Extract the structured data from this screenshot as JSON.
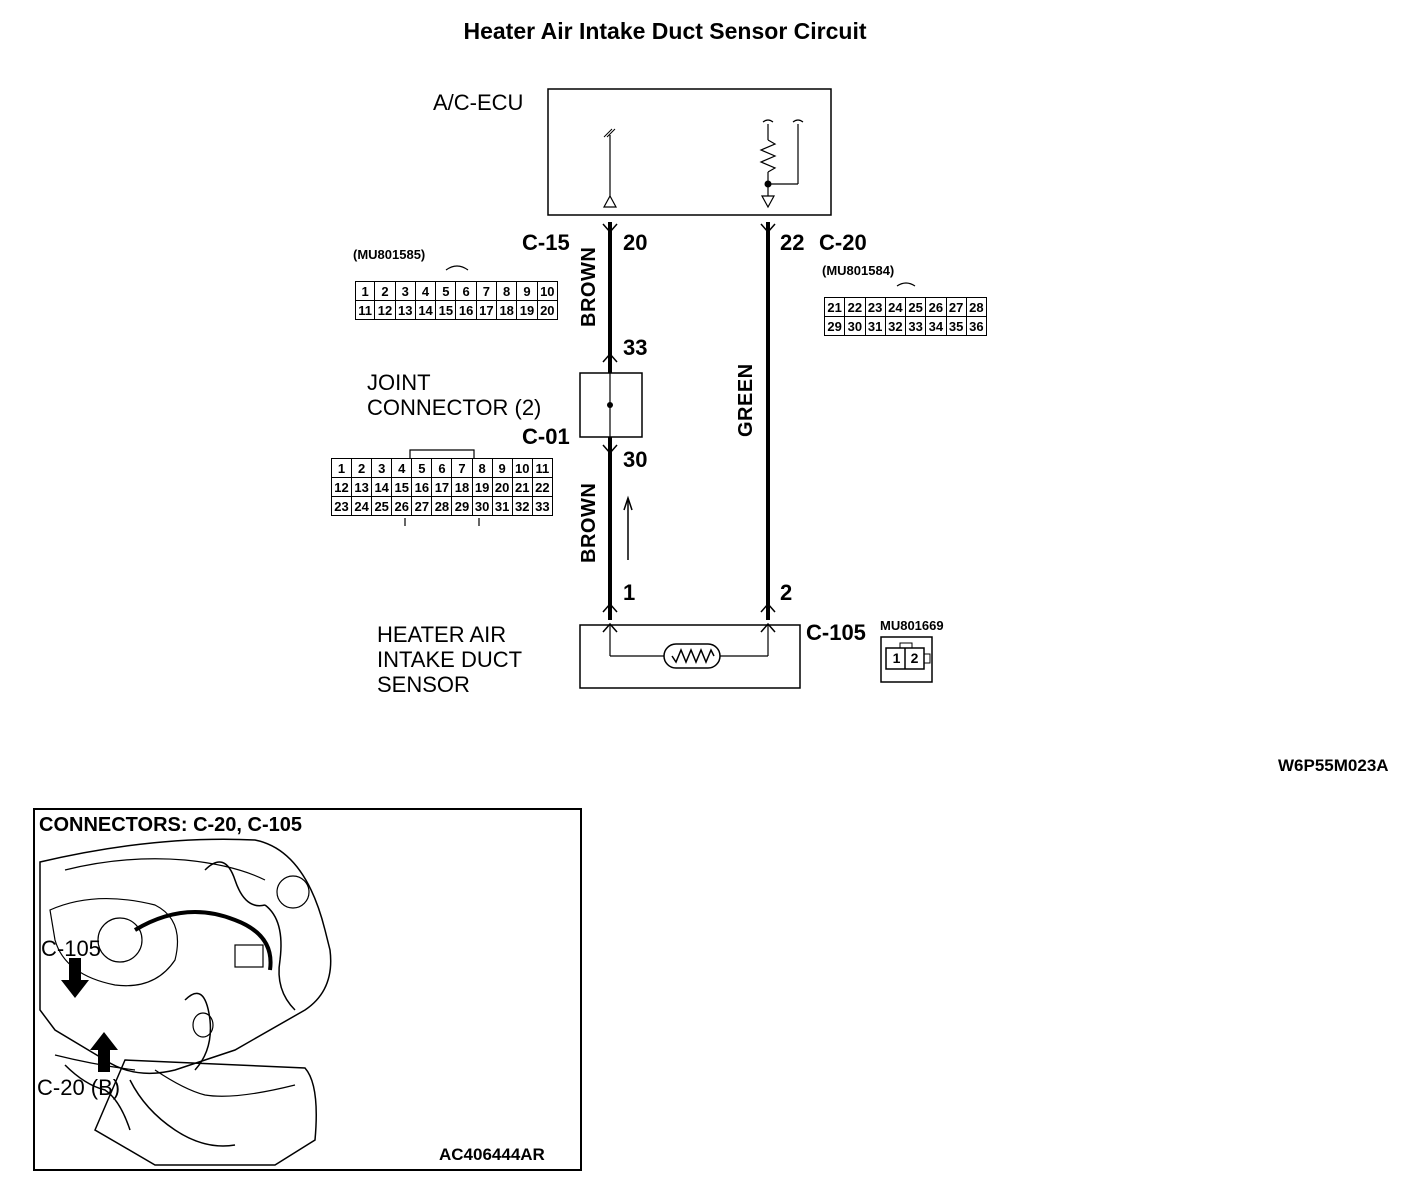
{
  "title": "Heater Air Intake Duct Sensor Circuit",
  "ecu": {
    "label": "A/C-ECU"
  },
  "joint": {
    "line1": "JOINT",
    "line2": "CONNECTOR (2)"
  },
  "sensor": {
    "line1": "HEATER AIR",
    "line2": "INTAKE DUCT",
    "line3": "SENSOR"
  },
  "connectors": {
    "c15": {
      "name": "C-15",
      "part": "(MU801585)",
      "rows": [
        [
          "1",
          "2",
          "3",
          "4",
          "5",
          "6",
          "7",
          "8",
          "9",
          "10"
        ],
        [
          "11",
          "12",
          "13",
          "14",
          "15",
          "16",
          "17",
          "18",
          "19",
          "20"
        ]
      ]
    },
    "c20": {
      "name": "C-20",
      "part": "(MU801584)",
      "rows": [
        [
          "21",
          "22",
          "23",
          "24",
          "25",
          "26",
          "27",
          "28"
        ],
        [
          "29",
          "30",
          "31",
          "32",
          "33",
          "34",
          "35",
          "36"
        ]
      ]
    },
    "c01": {
      "name": "C-01",
      "rows": [
        [
          "1",
          "2",
          "3",
          "4",
          "5",
          "6",
          "7",
          "8",
          "9",
          "10",
          "11"
        ],
        [
          "12",
          "13",
          "14",
          "15",
          "16",
          "17",
          "18",
          "19",
          "20",
          "21",
          "22"
        ],
        [
          "23",
          "24",
          "25",
          "26",
          "27",
          "28",
          "29",
          "30",
          "31",
          "32",
          "33"
        ]
      ]
    },
    "c105": {
      "name": "C-105",
      "part": "MU801669",
      "pins": [
        "1",
        "2"
      ]
    }
  },
  "pins": {
    "ecu_left": "20",
    "ecu_right": "22",
    "joint_top": "33",
    "joint_bottom": "30",
    "sensor_left": "1",
    "sensor_right": "2"
  },
  "wires": {
    "left_upper": "BROWN",
    "left_lower": "BROWN",
    "right": "GREEN"
  },
  "code": "W6P55M023A",
  "location": {
    "title": "CONNECTORS: C-20, C-105",
    "callout_c105": "C-105",
    "callout_c20": "C-20 (B)",
    "code": "AC406444AR"
  }
}
